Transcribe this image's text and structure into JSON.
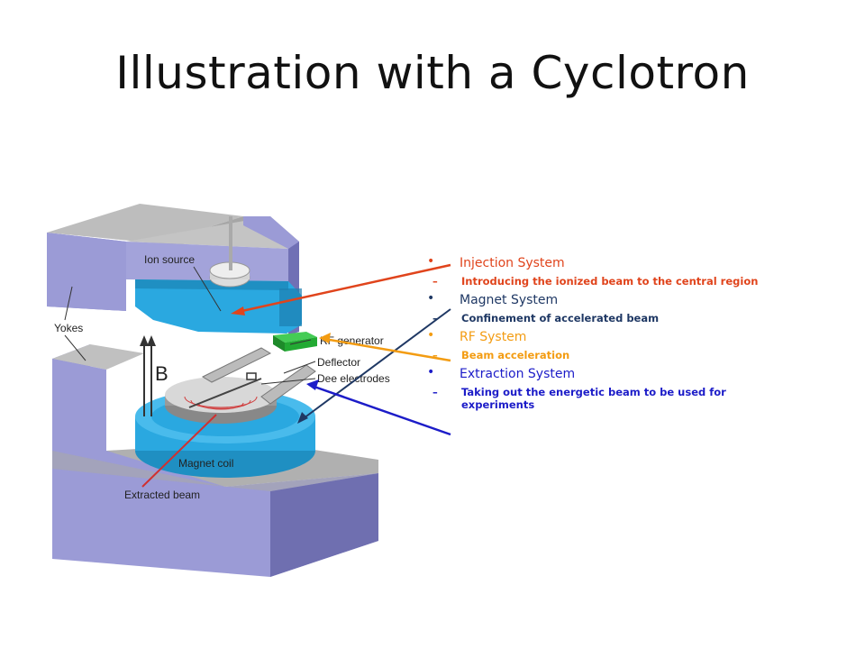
{
  "slide": {
    "title": "Illustration with a Cyclotron"
  },
  "figure_labels": {
    "ion_source": "Ion source",
    "yokes": "Yokes",
    "rf_generator": "RF generator",
    "b_field": "B",
    "deflector": "Deflector",
    "dee_electrodes": "Dee electrodes",
    "magnet_coil": "Magnet coil",
    "extracted_beam": "Extracted beam"
  },
  "bullets": [
    {
      "heading": "Injection System",
      "detail": "Introducing the ionized beam to the central region",
      "color": "#e0441c"
    },
    {
      "heading": "Magnet System",
      "detail": "Confinement of accelerated beam",
      "color": "#1f3864"
    },
    {
      "heading": "RF System",
      "detail": "Beam acceleration",
      "color": "#f39c12"
    },
    {
      "heading": "Extraction System",
      "detail": "Taking out the energetic beam to be used for experiments",
      "color": "#1c1cc8"
    }
  ],
  "colors": {
    "yoke_face": "#9b9bd6",
    "yoke_top": "#b8b8b8",
    "yoke_side": "#6f6fb0",
    "coil": "#2aa8e0",
    "dee": "#c8c8c8",
    "rf_box": "#22aa33"
  }
}
